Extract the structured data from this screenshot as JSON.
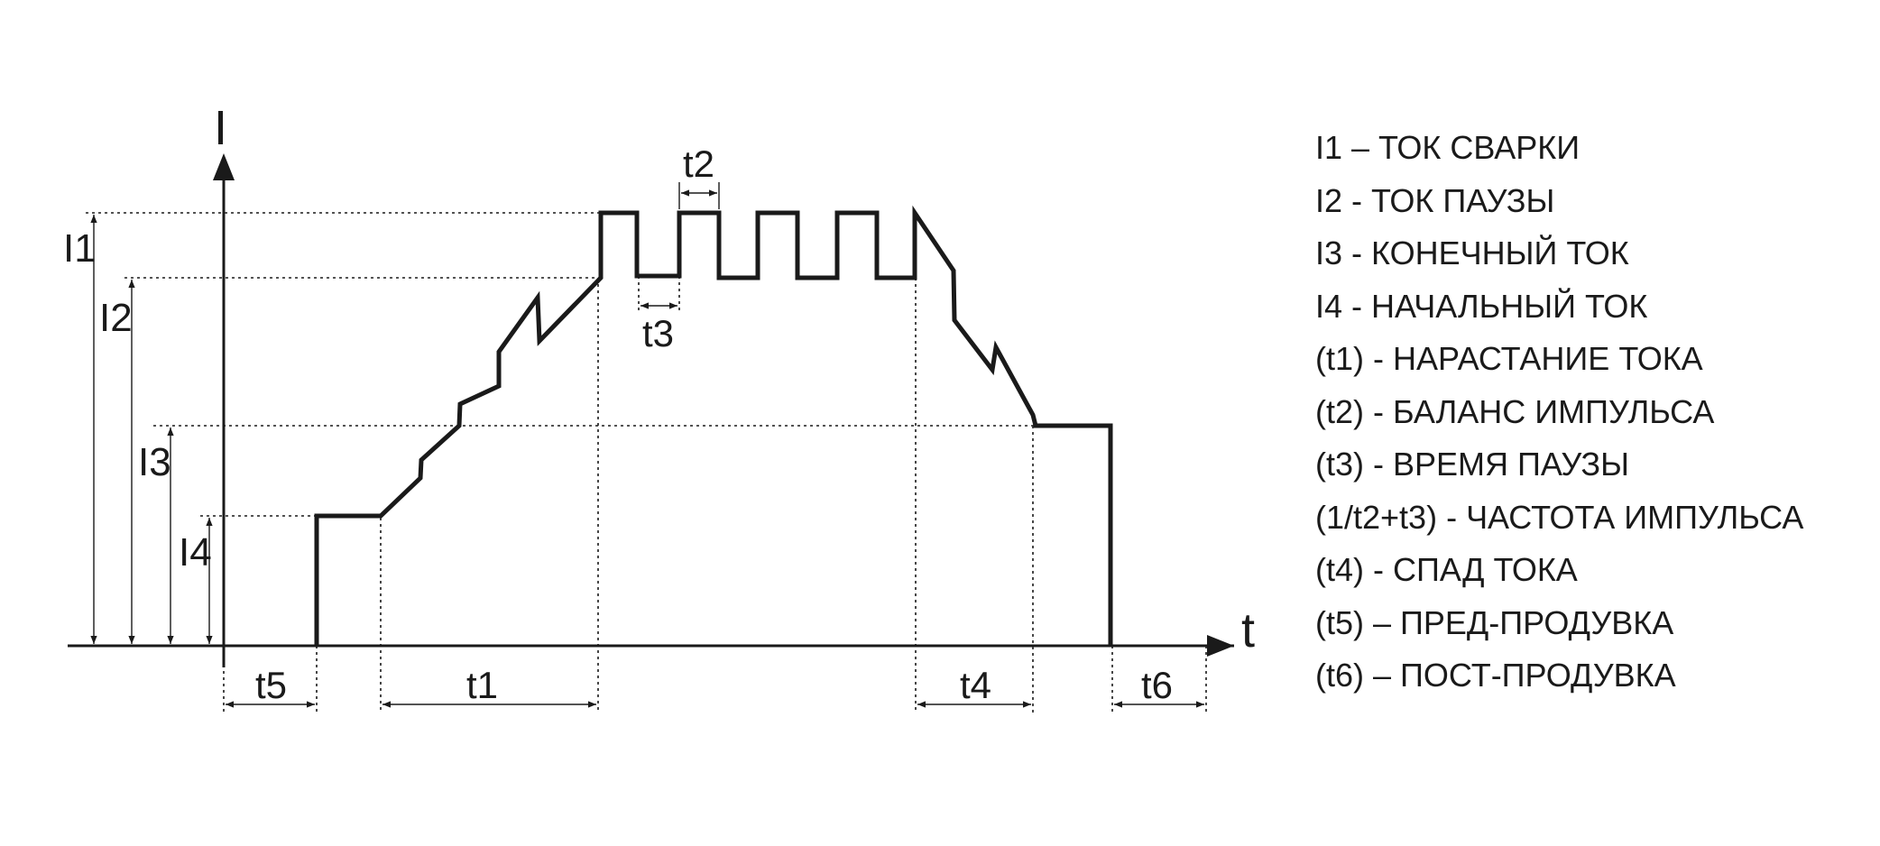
{
  "diagram": {
    "axes": {
      "y_label": "I",
      "x_label": "t"
    },
    "levels": [
      "I1",
      "I2",
      "I3",
      "I4"
    ],
    "times": [
      "t1",
      "t2",
      "t3",
      "t4",
      "t5",
      "t6"
    ],
    "colors": {
      "ink": "#1a1a1a",
      "background": "#ffffff"
    }
  },
  "legend": [
    "I1 – ТОК СВАРКИ",
    "I2 - ТОК ПАУЗЫ",
    "I3 - КОНЕЧНЫЙ ТОК",
    "I4 - НАЧАЛЬНЫЙ ТОК",
    "(t1) - НАРАСТАНИЕ ТОКА",
    "(t2) - БАЛАНС ИМПУЛЬСА",
    "(t3) - ВРЕМЯ ПАУЗЫ",
    "(1/t2+t3) - ЧАСТОТА ИМПУЛЬСА",
    "(t4) - СПАД ТОКА",
    "(t5) – ПРЕД-ПРОДУВКА",
    "(t6) – ПОСТ-ПРОДУВКА"
  ]
}
